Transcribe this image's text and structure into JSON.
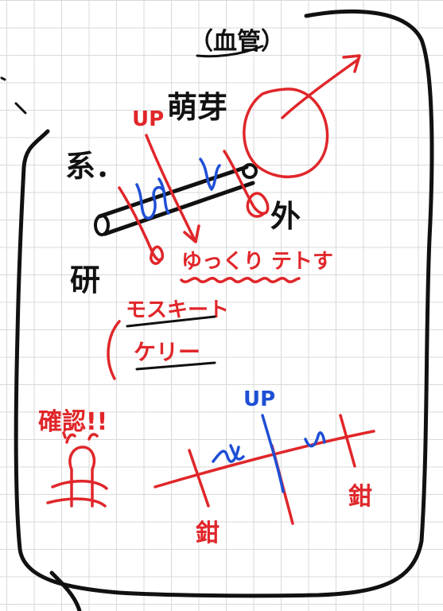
{
  "notes": {
    "title": "（血管）",
    "top_label": "萌芽",
    "left_label_upper": "系．",
    "left_label_lower": "研",
    "outside_label": "外",
    "up_red": "UP",
    "slow_label": "ゆっくり テトす",
    "list_item_1": "モスキート",
    "list_item_2": "ケリー",
    "exclaim_label": "確認!!",
    "up_blue": "UP",
    "left_needle_label": "鉗",
    "right_needle_label": "鉗"
  },
  "colors": {
    "black_ink": "#111111",
    "red_ink": "#e0262a",
    "blue_ink": "#1f4fd6",
    "grid": "#d9d9d9"
  }
}
